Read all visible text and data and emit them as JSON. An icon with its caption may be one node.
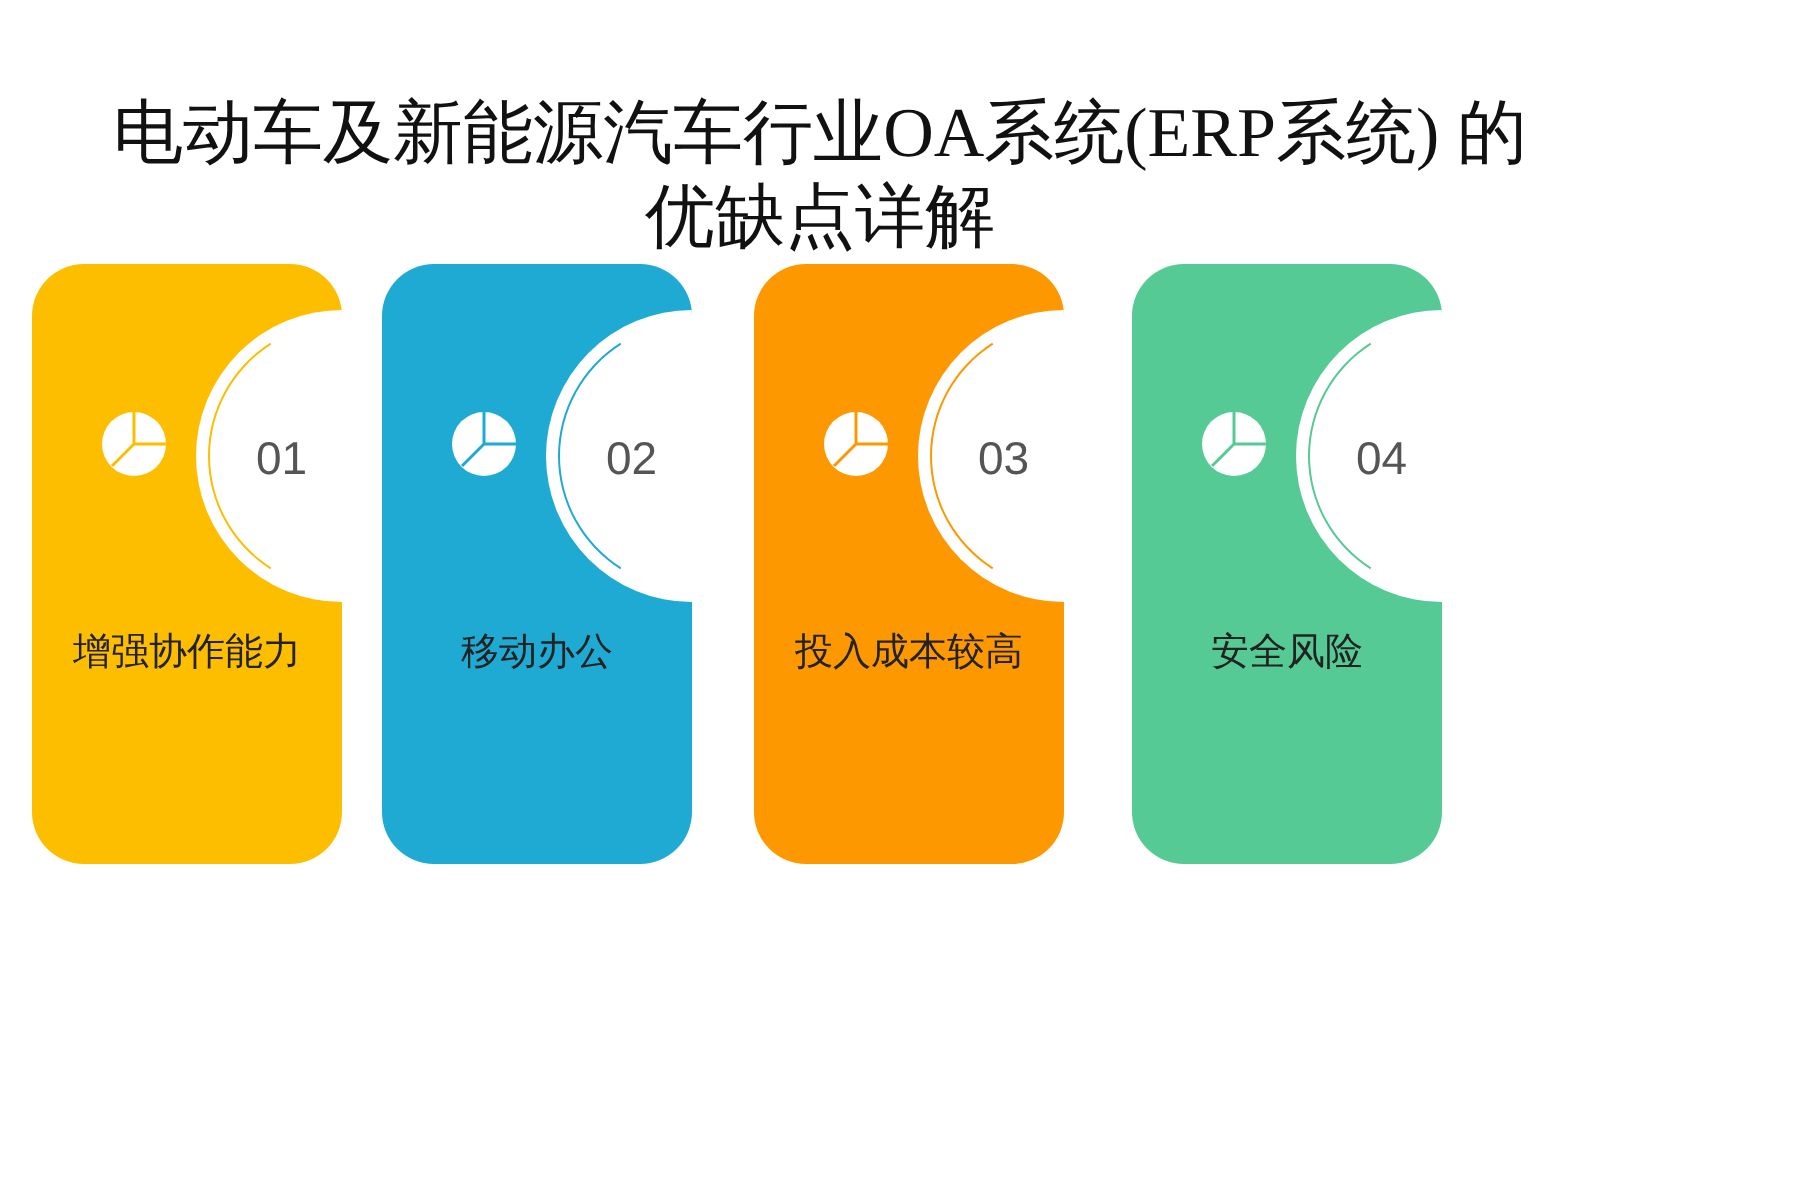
{
  "diagram": {
    "title": "电动车及新能源汽车行业OA系统(ERP系统) 的优缺点详解",
    "nodes": [
      {
        "text": [
          "01",
          "增强协作能力"
        ]
      },
      {
        "text": [
          "02",
          "移动办公"
        ]
      },
      {
        "text": [
          "03",
          "投入成本较高"
        ]
      },
      {
        "text": [
          "04",
          "安全风险"
        ]
      }
    ]
  }
}
